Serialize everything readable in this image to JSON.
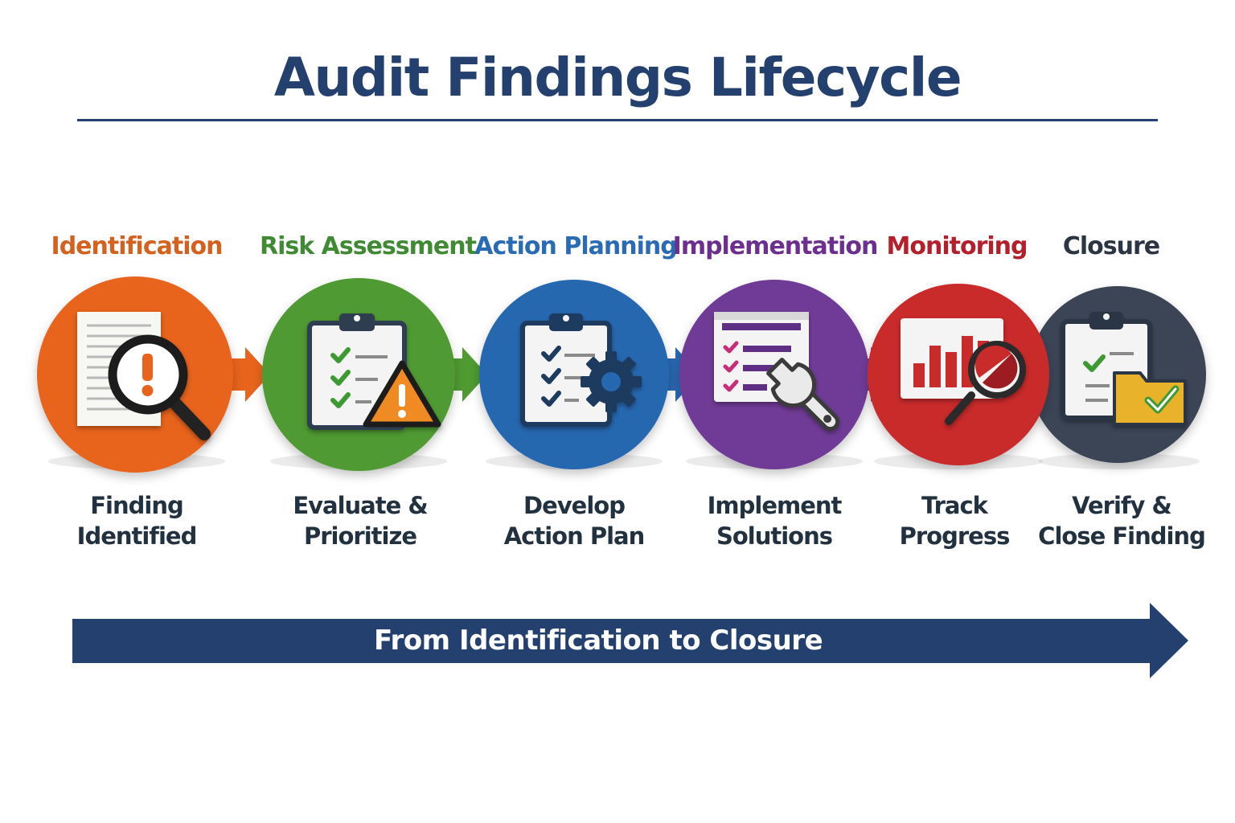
{
  "title": "Audit Findings Lifecycle",
  "stages": [
    {
      "label": "Identification",
      "desc_line1": "Finding",
      "desc_line2": "Identified",
      "color": "#e8641c",
      "label_color": "#d4621e",
      "icon": "document-magnifier-alert-icon"
    },
    {
      "label": "Risk Assessment",
      "desc_line1": "Evaluate &",
      "desc_line2": "Prioritize",
      "color": "#4f9a31",
      "label_color": "#3f8a33",
      "icon": "checklist-warning-icon"
    },
    {
      "label": "Action Planning",
      "desc_line1": "Develop",
      "desc_line2": "Action Plan",
      "color": "#2867b0",
      "label_color": "#2a6bb4",
      "icon": "clipboard-gear-icon"
    },
    {
      "label": "Implementation",
      "desc_line1": "Implement",
      "desc_line2": "Solutions",
      "color": "#6f3a96",
      "label_color": "#6d2f8f",
      "icon": "checklist-wrench-icon"
    },
    {
      "label": "Monitoring",
      "desc_line1": "Track",
      "desc_line2": "Progress",
      "color": "#c92a2a",
      "label_color": "#b3202c",
      "icon": "bar-chart-magnifier-icon"
    },
    {
      "label": "Closure",
      "desc_line1": "Verify &",
      "desc_line2": "Close Finding",
      "color": "#3b4556",
      "label_color": "#2b3544",
      "icon": "clipboard-folder-check-icon"
    }
  ],
  "banner": {
    "text": "From  Identification to Closure",
    "color": "#23406e"
  }
}
